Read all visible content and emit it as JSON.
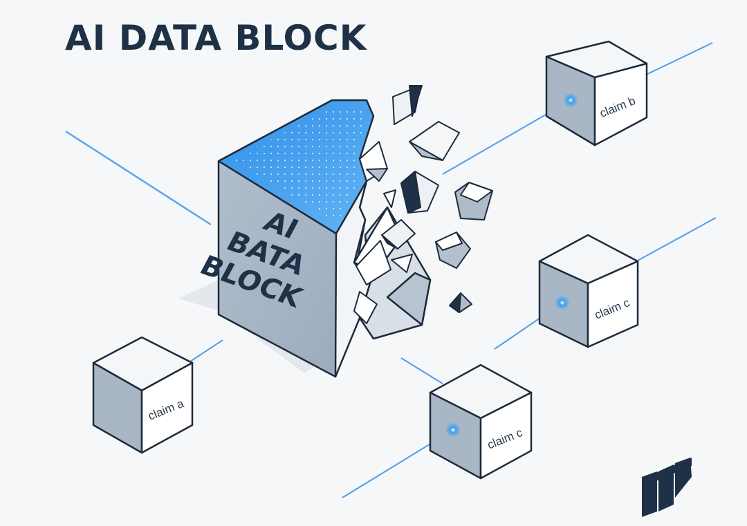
{
  "title": "AI DATA BLOCK",
  "main_block": {
    "lines": [
      "AI",
      "BATA",
      "BLOCK"
    ]
  },
  "claims": [
    {
      "label": "claim b"
    },
    {
      "label": "claim c"
    },
    {
      "label": "claim a"
    },
    {
      "label": "claim c"
    }
  ],
  "colors": {
    "title": "#1e3147",
    "outline": "#1c2a3b",
    "face_light": "#ffffff",
    "face_mid": "#e8ecf1",
    "face_dark": "#a9b6c6",
    "accent_blue": "#2f8fe8",
    "dark_navy": "#1e3147"
  },
  "icons": {
    "logo": "brand-logo-icon"
  }
}
